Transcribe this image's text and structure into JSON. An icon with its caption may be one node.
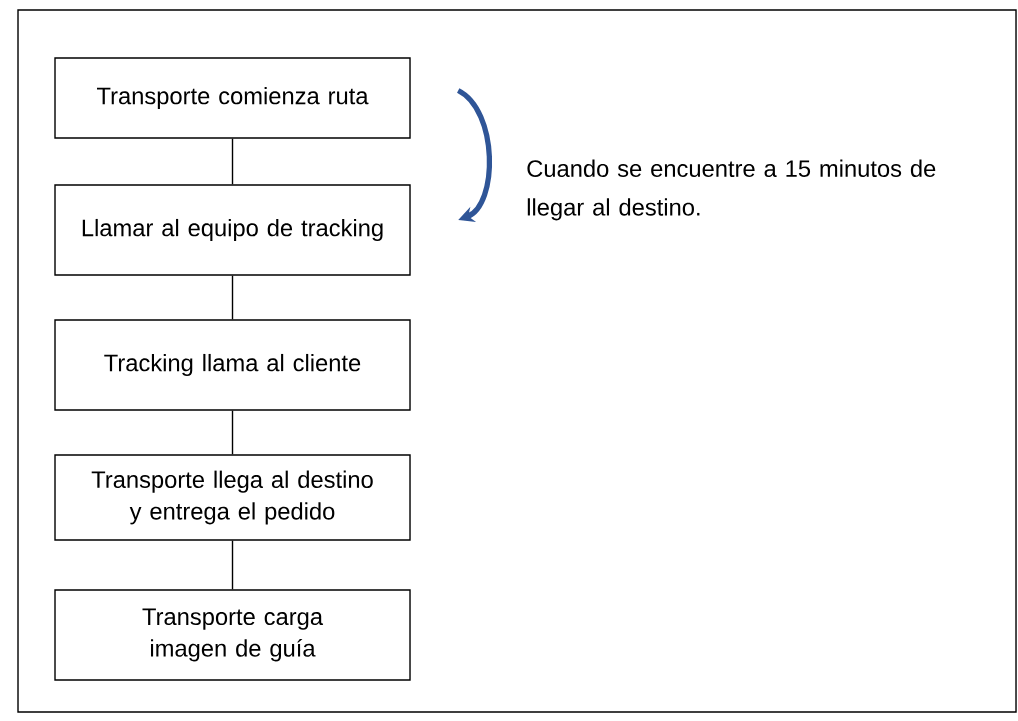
{
  "diagram": {
    "nodes": [
      {
        "text": [
          "Transporte comienza ruta"
        ]
      },
      {
        "text": [
          "Llamar al equipo de tracking"
        ]
      },
      {
        "text": [
          "Tracking llama al cliente"
        ]
      },
      {
        "text": [
          "Transporte llega al destino y entrega el pedido"
        ]
      },
      {
        "text": [
          "Transporte carga imagen de guía"
        ]
      }
    ],
    "edges": [
      {
        "from": 0,
        "to": 1,
        "arrow": "none"
      },
      {
        "from": 1,
        "to": 2,
        "arrow": "none"
      },
      {
        "from": 2,
        "to": 3,
        "arrow": "none"
      },
      {
        "from": 3,
        "to": 4,
        "arrow": "none"
      },
      {
        "from": 0,
        "to": 1,
        "arrow": "to",
        "style": "thick",
        "color": "#2f5597",
        "label": "Cuando se encuentre a 15 minutos de llegar al destino."
      }
    ]
  }
}
